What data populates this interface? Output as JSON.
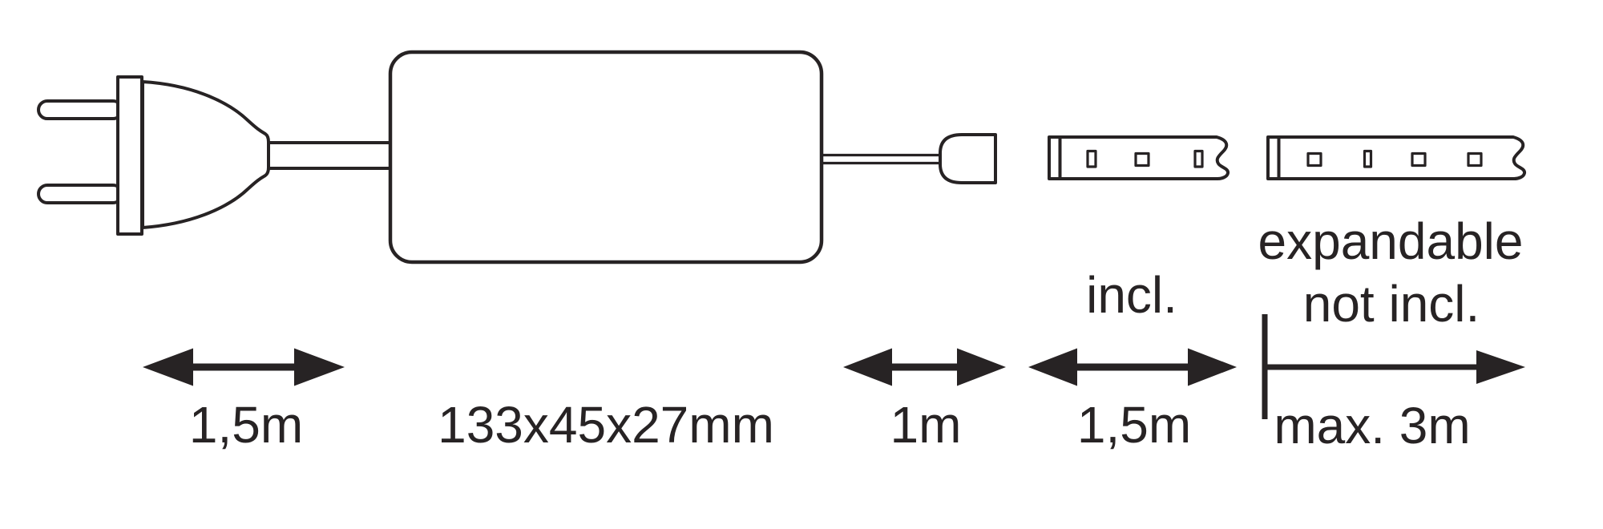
{
  "diagram": {
    "background_color": "#ffffff",
    "line_color": "#272324",
    "dimensions": {
      "plug_cable": "1,5m",
      "driver_box": "133x45x27mm",
      "output_cable": "1m",
      "included_strip": "1,5m",
      "max_extension": "max. 3m"
    },
    "notes": {
      "included": "incl.",
      "expandable_line1": "expandable",
      "expandable_line2": "not incl."
    }
  }
}
